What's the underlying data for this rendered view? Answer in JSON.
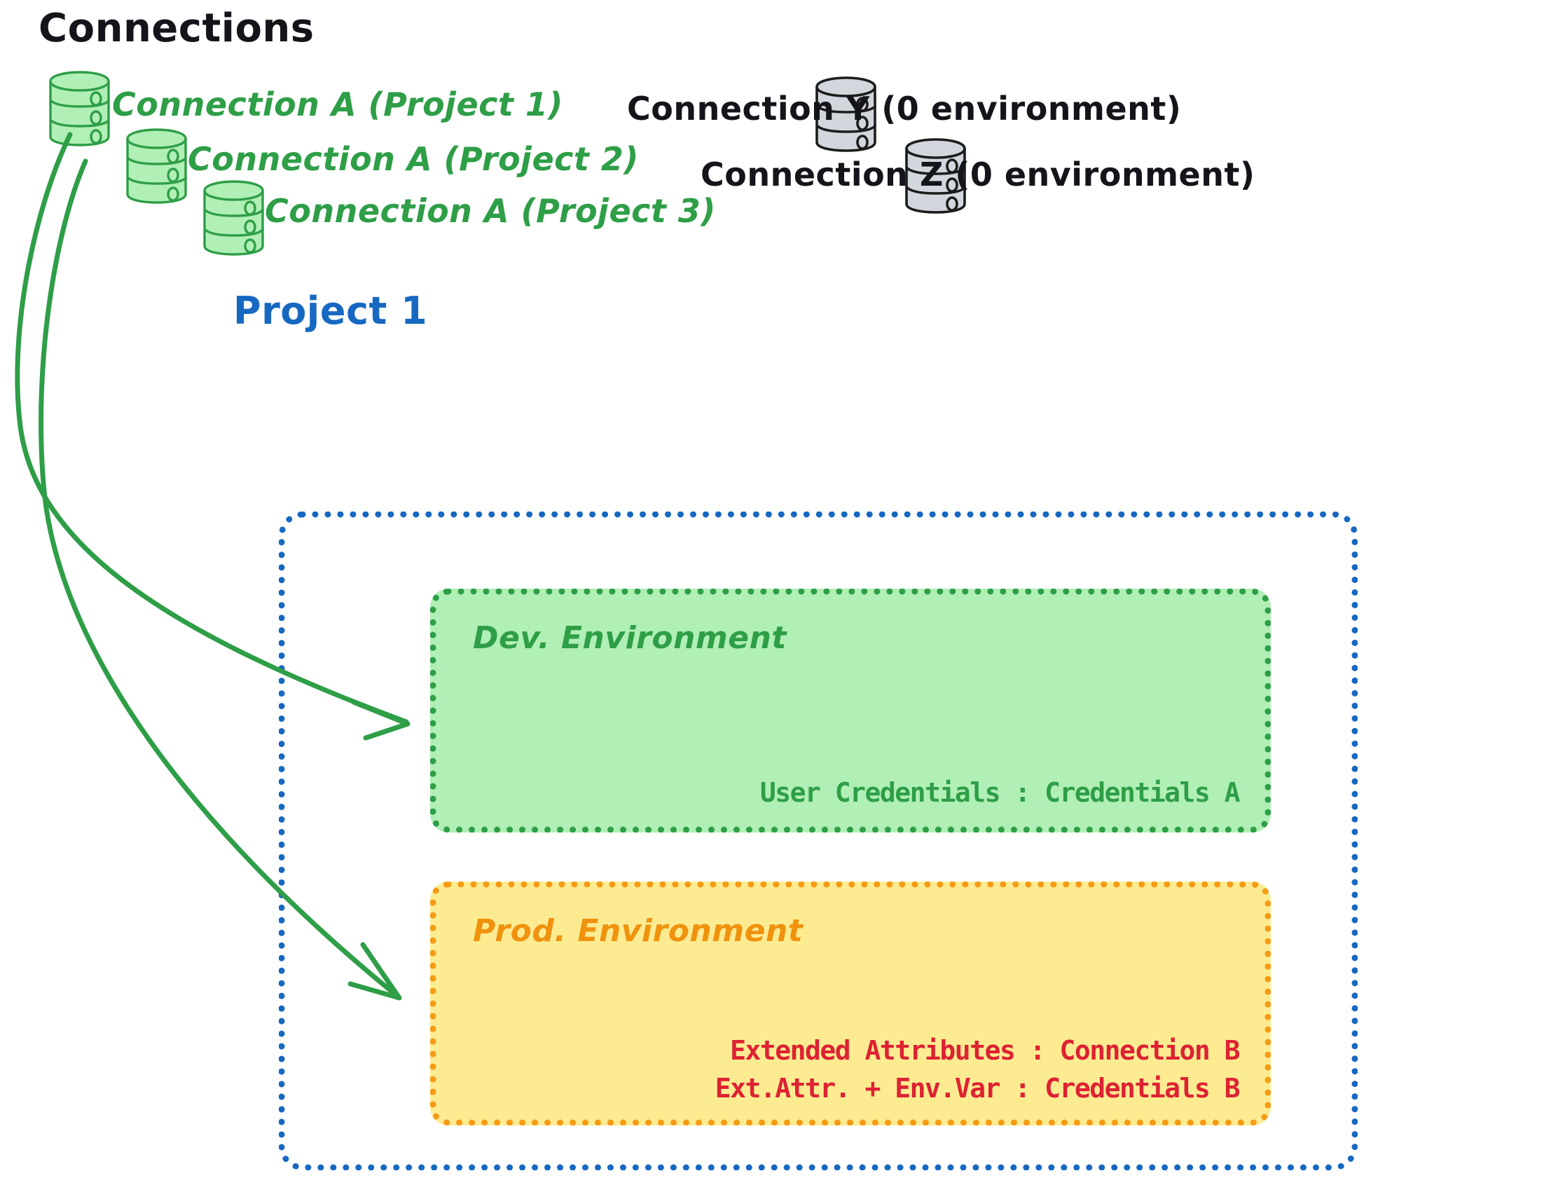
{
  "diagram": {
    "title": "Connections",
    "project_title": "Project 1",
    "connections_green": [
      {
        "label": "Connection A (Project 1)",
        "icon": "database-icon",
        "color": "#2e9e47"
      },
      {
        "label": "Connection A (Project 2)",
        "icon": "database-icon",
        "color": "#2e9e47"
      },
      {
        "label": "Connection A (Project 3)",
        "icon": "database-icon",
        "color": "#2e9e47"
      }
    ],
    "connections_gray": [
      {
        "label": "Connection Y (0 environment)",
        "icon": "database-icon",
        "color": "#14151a"
      },
      {
        "label": "Connection Z (0 environment)",
        "icon": "database-icon",
        "color": "#14151a"
      }
    ],
    "environments": [
      {
        "name": "Dev. Environment",
        "accent": "#2e9e47",
        "fill": "#b0efb5",
        "lines": [
          "User Credentials : Credentials A"
        ]
      },
      {
        "name": "Prod. Environment",
        "accent": "#f0920d",
        "fill": "#fdeb92",
        "lines": [
          "Extended Attributes : Connection B",
          "Ext.Attr. + Env.Var : Credentials B"
        ]
      }
    ],
    "arrows": [
      {
        "name": "arrow-connection-a-to-dev",
        "color": "#2e9e47"
      },
      {
        "name": "arrow-connection-a-to-prod",
        "color": "#2e9e47"
      }
    ],
    "colors": {
      "green_stroke": "#2e9e47",
      "green_fill": "#b0efb5",
      "gray_stroke": "#1c1c1c",
      "gray_fill": "#d2d6dd",
      "blue": "#1668c1",
      "orange": "#f0920d",
      "yellow_fill": "#fdeb92",
      "red": "#dd2233",
      "black": "#14151a"
    }
  }
}
